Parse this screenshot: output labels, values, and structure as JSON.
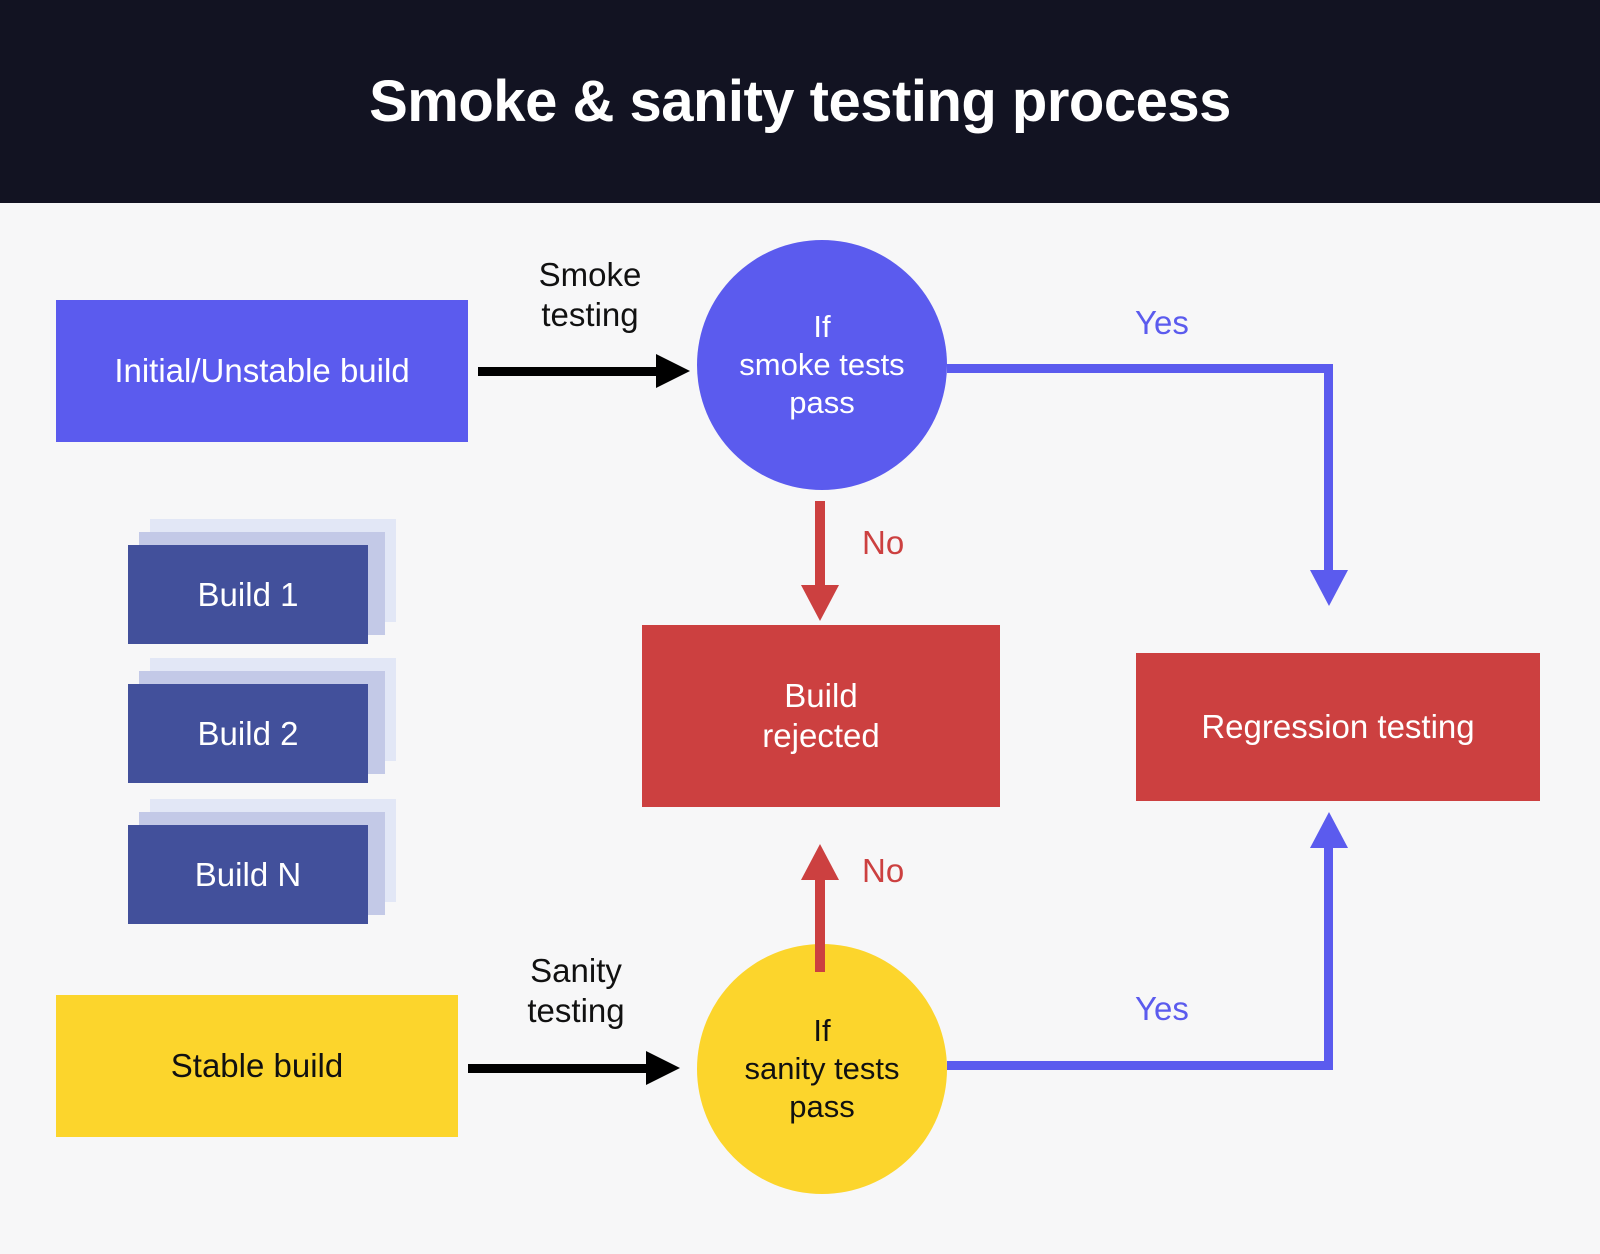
{
  "header": {
    "title": "Smoke & sanity testing process",
    "background": "#121322",
    "text_color": "#ffffff"
  },
  "canvas": {
    "background": "#f7f7f8"
  },
  "palette": {
    "indigo": "#5b5bee",
    "indigo_dark": "#42509b",
    "lavender_mid": "#c3c9e7",
    "lavender_back": "#e2e7f6",
    "red": "#cc4040",
    "yellow": "#fcd52c",
    "black": "#000000",
    "white": "#ffffff"
  },
  "nodes": {
    "initial_build": {
      "label": "Initial/Unstable build",
      "shape": "rect",
      "fill": "#5b5bee",
      "text_color": "#ffffff"
    },
    "smoke_decision": {
      "label": "If\nsmoke tests\npass",
      "shape": "circle",
      "fill": "#5b5bee",
      "text_color": "#ffffff"
    },
    "build_rejected": {
      "label": "Build\nrejected",
      "shape": "rect",
      "fill": "#cc4040",
      "text_color": "#ffffff"
    },
    "regression_testing": {
      "label": "Regression testing",
      "shape": "rect",
      "fill": "#cc4040",
      "text_color": "#ffffff"
    },
    "stable_build": {
      "label": "Stable build",
      "shape": "rect",
      "fill": "#fcd52c",
      "text_color": "#111111"
    },
    "sanity_decision": {
      "label": "If\nsanity tests\npass",
      "shape": "circle",
      "fill": "#fcd52c",
      "text_color": "#111111"
    }
  },
  "build_stack": [
    {
      "label": "Build 1"
    },
    {
      "label": "Build 2"
    },
    {
      "label": "Build N"
    }
  ],
  "edges": [
    {
      "id": "smoke-testing",
      "label": "Smoke\ntesting",
      "color": "#000000",
      "from": "initial_build",
      "to": "smoke_decision"
    },
    {
      "id": "smoke-yes",
      "label": "Yes",
      "color": "#5b5bee",
      "from": "smoke_decision",
      "to": "regression_testing"
    },
    {
      "id": "smoke-no",
      "label": "No",
      "color": "#cc4040",
      "from": "smoke_decision",
      "to": "build_rejected"
    },
    {
      "id": "sanity-testing",
      "label": "Sanity\ntesting",
      "color": "#000000",
      "from": "stable_build",
      "to": "sanity_decision"
    },
    {
      "id": "sanity-no",
      "label": "No",
      "color": "#cc4040",
      "from": "sanity_decision",
      "to": "build_rejected"
    },
    {
      "id": "sanity-yes",
      "label": "Yes",
      "color": "#5b5bee",
      "from": "sanity_decision",
      "to": "regression_testing"
    }
  ]
}
